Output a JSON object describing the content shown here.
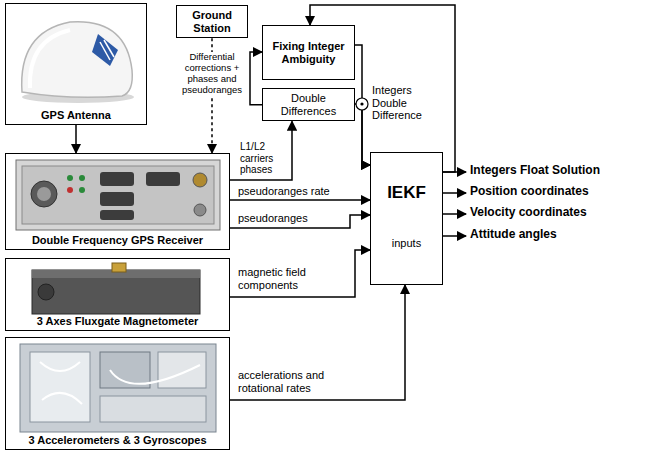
{
  "diagram": {
    "nodes": [
      {
        "text": [
          "GPS Antenna"
        ]
      },
      {
        "text": [
          "Ground Station"
        ]
      },
      {
        "text": [
          "Fixing Integer Ambiguity"
        ]
      },
      {
        "text": [
          "Double Differences"
        ]
      },
      {
        "text": [
          "Double Frequency GPS Receiver"
        ]
      },
      {
        "text": [
          "3 Axes Fluxgate Magnetometer"
        ]
      },
      {
        "text": [
          "3 Accelerometers & 3 Gyroscopes"
        ]
      },
      {
        "text": [
          "IEKF",
          "inputs"
        ]
      }
    ],
    "edges": [
      {
        "from": 0,
        "to": 4,
        "arrow": "to"
      },
      {
        "from": 1,
        "to": 4,
        "label": "Differential corrections + phases and pseudoranges",
        "arrow": "to"
      },
      {
        "from": 4,
        "to": 3,
        "label": "L1/L2 carriers phases",
        "arrow": "to"
      },
      {
        "from": 3,
        "to": 2,
        "arrow": "to"
      },
      {
        "from": 2,
        "to": 7,
        "arrow": "to"
      },
      {
        "from": 3,
        "to": 7,
        "arrow": "to"
      },
      {
        "from": 7,
        "to": 2,
        "arrow": "to"
      },
      {
        "from": 4,
        "to": 7,
        "label": "pseudoranges rate",
        "arrow": "to"
      },
      {
        "from": 4,
        "to": 7,
        "label": "pseudoranges",
        "arrow": "to"
      },
      {
        "from": 5,
        "to": 7,
        "label": "magnetic field components",
        "arrow": "to"
      },
      {
        "from": 6,
        "to": 7,
        "label": "accelerations and rotational rates",
        "arrow": "to"
      }
    ],
    "labels": [
      "Integers Double Difference",
      "Integers Float Solution",
      "Position coordinates",
      "Velocity coordinates",
      "Attitude angles"
    ]
  }
}
